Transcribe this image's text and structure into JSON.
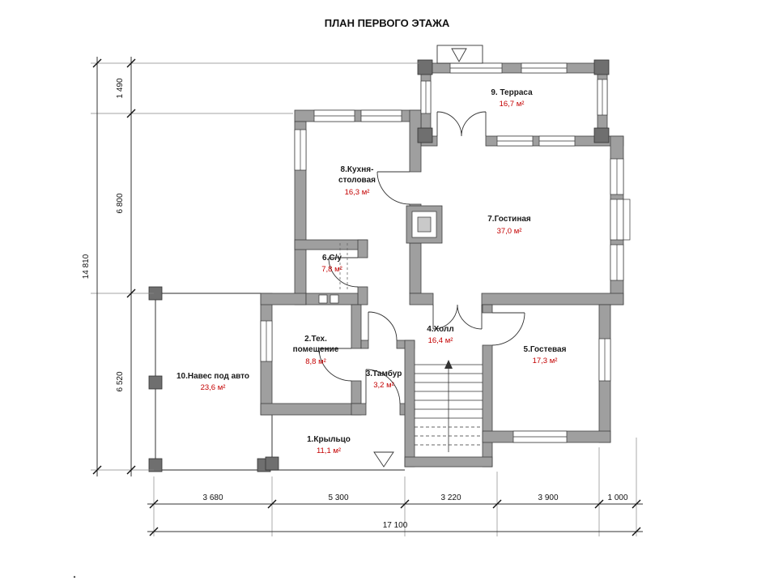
{
  "title": "ПЛАН ПЕРВОГО ЭТАЖА",
  "rooms": {
    "porch": {
      "name": "1.Крыльцо",
      "area": "11,1 м²"
    },
    "tech": {
      "name": "2.Тех.",
      "name2": "помещение",
      "area": "8,8 м²"
    },
    "tambour": {
      "name": "3.Тамбур",
      "area": "3,2 м²"
    },
    "hall": {
      "name": "4.Холл",
      "area": "16,4 м²"
    },
    "guest": {
      "name": "5.Гостевая",
      "area": "17,3 м²"
    },
    "wc": {
      "name": "6.С/у",
      "area": "7,8 м²"
    },
    "living": {
      "name": "7.Гостиная",
      "area": "37,0 м²"
    },
    "kitchen": {
      "name": "8.Кухня-",
      "name2": "столовая",
      "area": "16,3 м²"
    },
    "terrace": {
      "name": "9. Терраса",
      "area": "16,7 м²"
    },
    "carport": {
      "name": "10.Навес под авто",
      "area": "23,6 м²"
    }
  },
  "dimensions": {
    "vertical": {
      "segments": [
        "1 490",
        "6 800",
        "6 520"
      ],
      "total": "14 810"
    },
    "horizontal": {
      "segments": [
        "3 680",
        "5 300",
        "3 220",
        "3 900",
        "1 000"
      ],
      "total": "17 100"
    }
  },
  "colors": {
    "wall": "#9f9f9f",
    "area_label": "#c40000",
    "line": "#333333"
  }
}
